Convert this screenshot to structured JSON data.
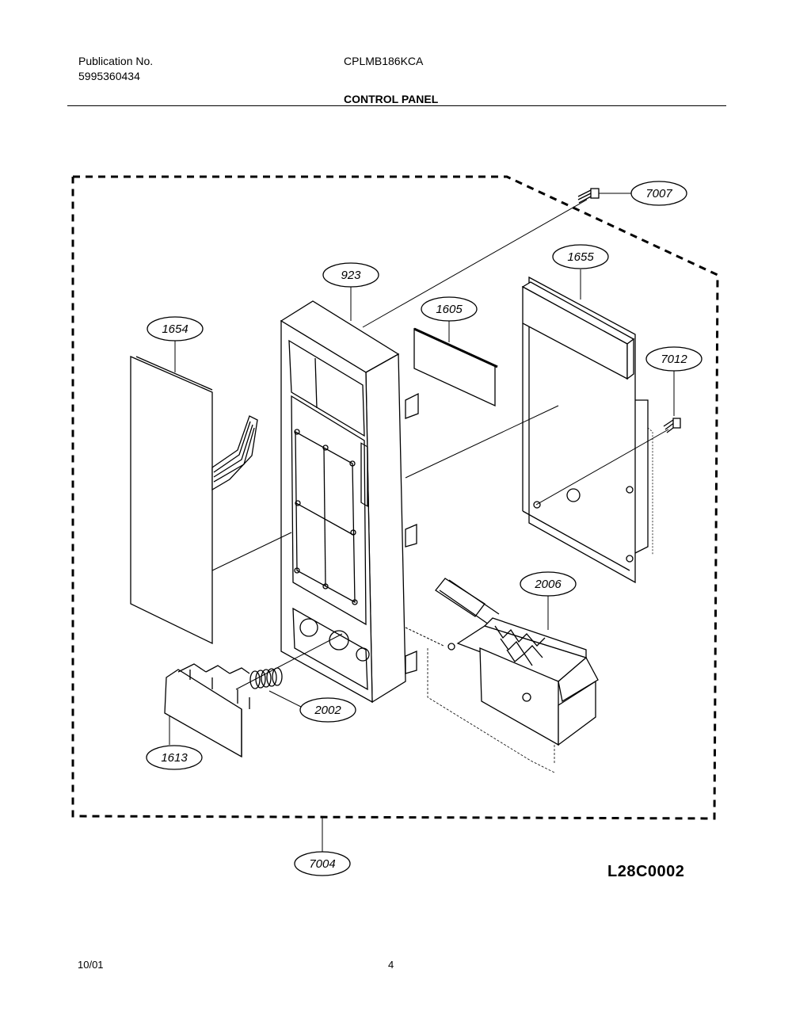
{
  "header": {
    "publication_label": "Publication No.",
    "publication_number": "5995360434",
    "model": "CPLMB186KCA",
    "section_title": "CONTROL PANEL"
  },
  "callouts": [
    {
      "id": "7007"
    },
    {
      "id": "1655"
    },
    {
      "id": "923"
    },
    {
      "id": "1605"
    },
    {
      "id": "1654"
    },
    {
      "id": "7012"
    },
    {
      "id": "2006"
    },
    {
      "id": "2002"
    },
    {
      "id": "1613"
    },
    {
      "id": "7004"
    }
  ],
  "diagram_code": "L28C0002",
  "footer": {
    "date": "10/01",
    "page": "4"
  }
}
